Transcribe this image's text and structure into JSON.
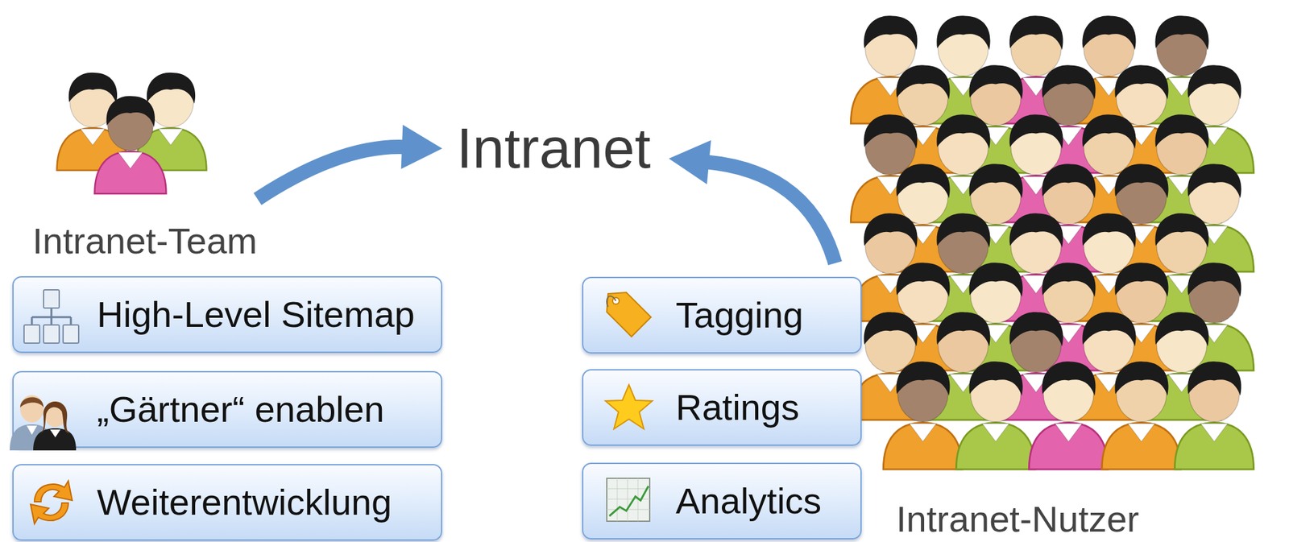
{
  "diagram": {
    "nodes": [
      {
        "text": [
          "Intranet-Team"
        ]
      },
      {
        "text": [
          "Intranet"
        ]
      },
      {
        "text": [
          "Intranet-Nutzer"
        ]
      },
      {
        "text": [
          "High-Level Sitemap"
        ]
      },
      {
        "text": [
          "„Gärtner“ enablen"
        ]
      },
      {
        "text": [
          "Weiterentwicklung"
        ]
      },
      {
        "text": [
          "Tagging"
        ]
      },
      {
        "text": [
          "Ratings"
        ]
      },
      {
        "text": [
          "Analytics"
        ]
      }
    ],
    "edges": [
      {
        "from": 0,
        "to": 1,
        "arrow": "to"
      },
      {
        "from": 2,
        "to": 1,
        "arrow": "to"
      }
    ]
  }
}
